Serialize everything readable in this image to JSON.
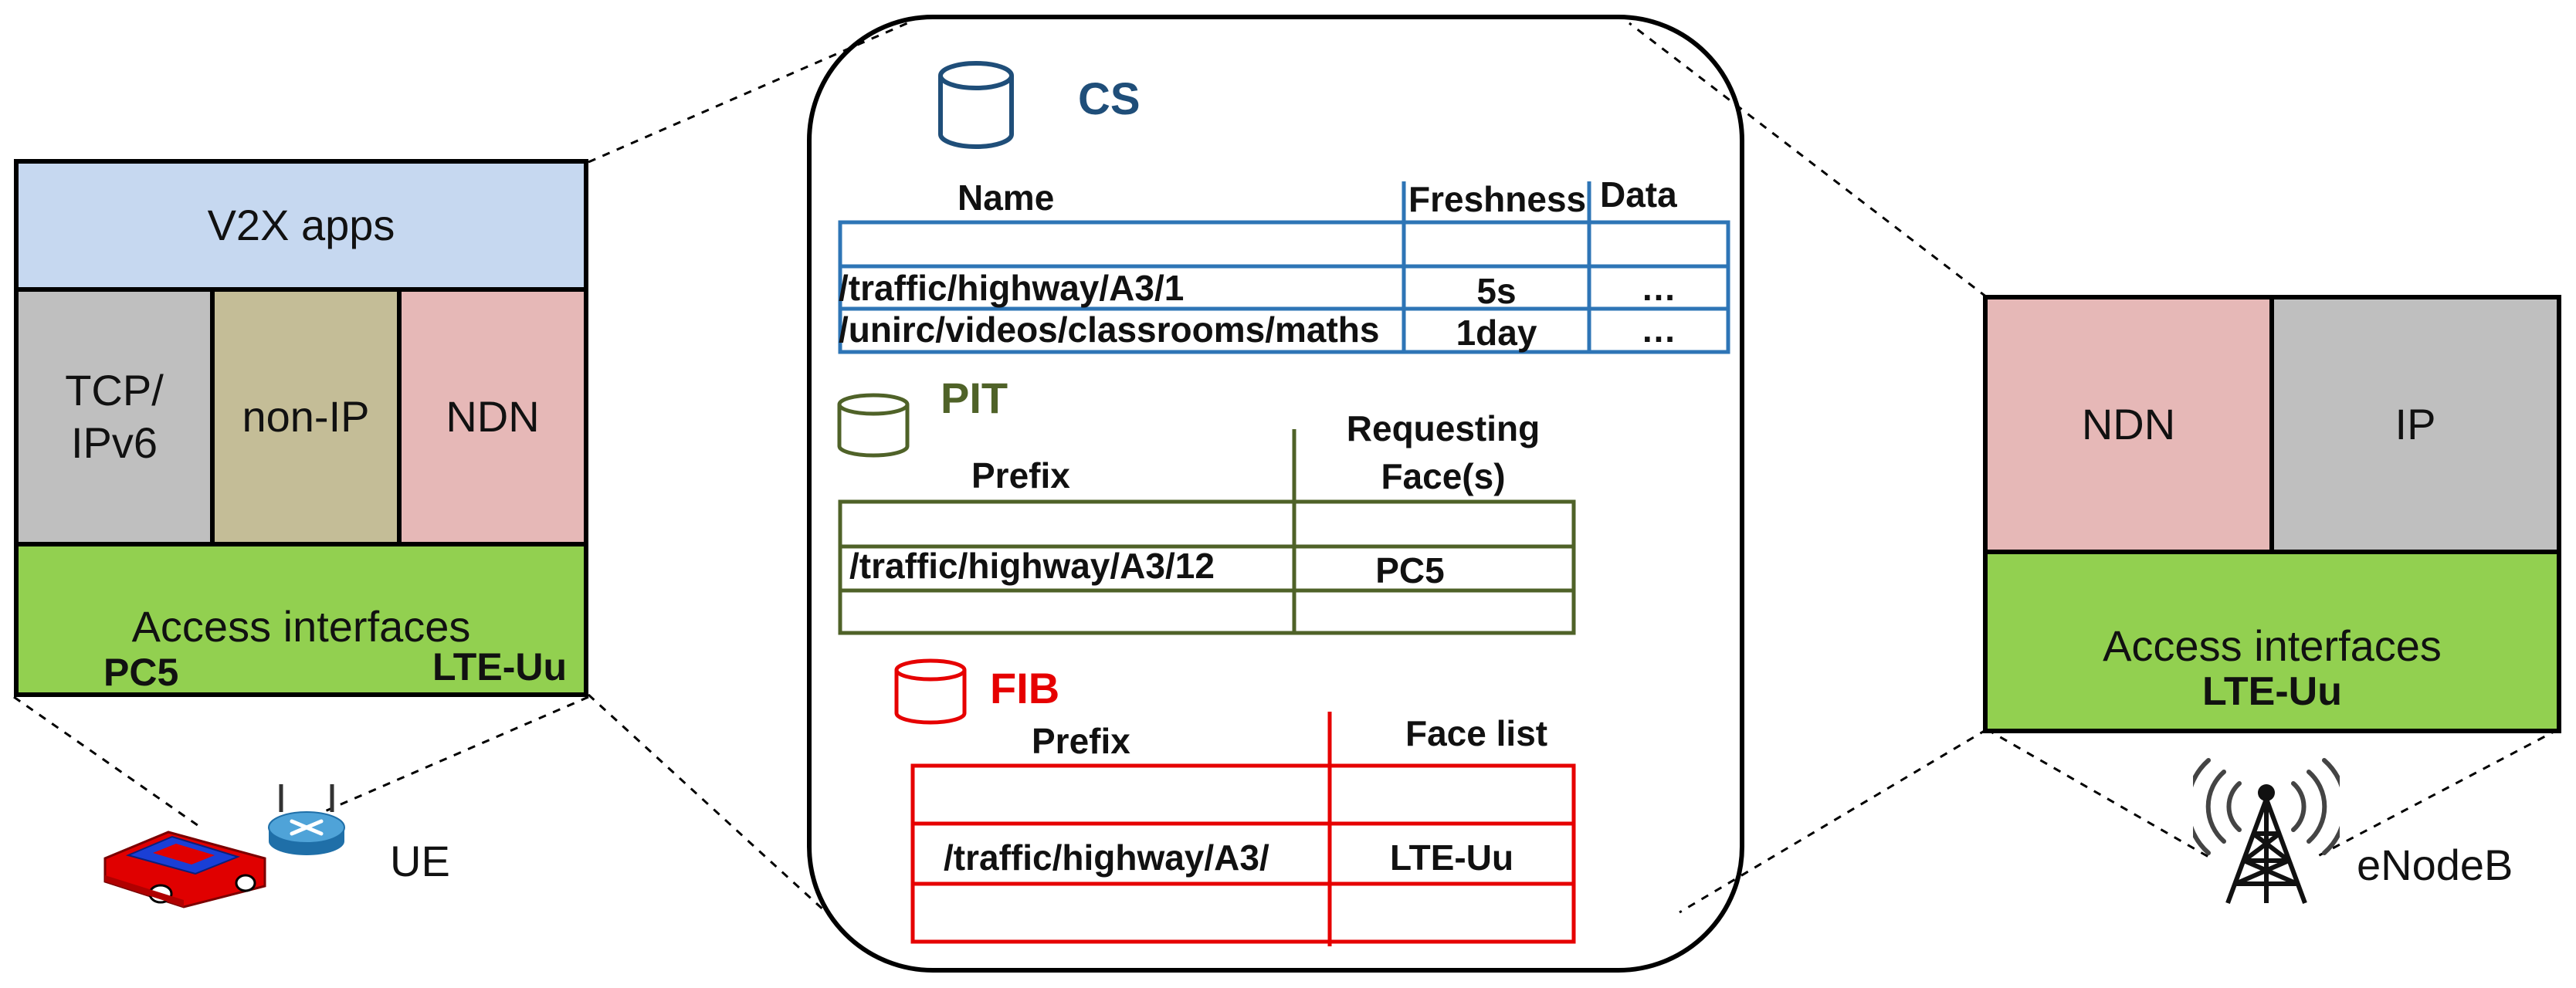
{
  "ue_stack": {
    "apps": "V2X apps",
    "tcp": "TCP/\nIPv6",
    "nonip": "non-IP",
    "ndn": "NDN",
    "access_title": "Access interfaces",
    "pc5": "PC5",
    "lte": "LTE-Uu"
  },
  "ue_label": "UE",
  "enb_stack": {
    "ndn": "NDN",
    "ip": "IP",
    "access_title": "Access interfaces",
    "lte": "LTE-Uu"
  },
  "enb_label": "eNodeB",
  "cs": {
    "title": "CS",
    "col_name": "Name",
    "col_fresh": "Freshness",
    "col_data": "Data",
    "rows": [
      {
        "name": "/traffic/highway/A3/1",
        "fresh": "5s",
        "data": "…"
      },
      {
        "name": "/unirc/videos/classrooms/maths",
        "fresh": "1day",
        "data": "…"
      }
    ]
  },
  "pit": {
    "title": "PIT",
    "col_prefix": "Prefix",
    "col_face": "Requesting\nFace(s)",
    "row_prefix": "/traffic/highway/A3/12",
    "row_face": "PC5"
  },
  "fib": {
    "title": "FIB",
    "col_prefix": "Prefix",
    "col_face": "Face list",
    "row_prefix": "/traffic/highway/A3/",
    "row_face": "LTE-Uu"
  },
  "colors": {
    "apps": "#c6d8f0",
    "gray": "#bfbfbf",
    "khaki": "#c4bd97",
    "pink": "#e6b8b7",
    "green": "#92d050",
    "cs": "#1f4e79",
    "cs_table": "#2e75b6",
    "pit": "#4f6228",
    "fib": "#e60000"
  }
}
